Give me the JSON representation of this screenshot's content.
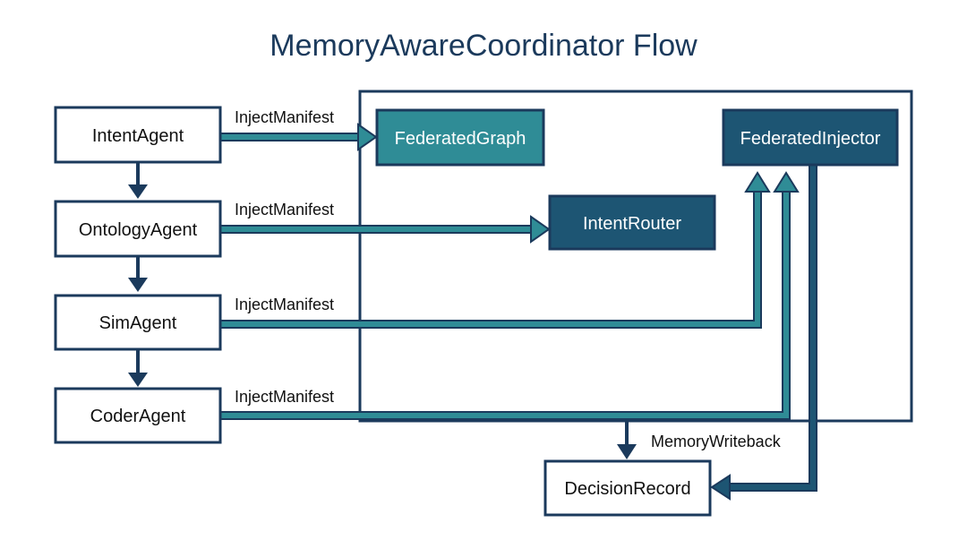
{
  "title": "MemoryAwareCoordinator Flow",
  "colors": {
    "navy": "#1b3a5c",
    "teal": "#2f8c96",
    "dark_teal": "#1d5573",
    "white": "#ffffff"
  },
  "nodes": {
    "intent_agent": "IntentAgent",
    "ontology_agent": "OntologyAgent",
    "sim_agent": "SimAgent",
    "coder_agent": "CoderAgent",
    "federated_graph": "FederatedGraph",
    "intent_router": "IntentRouter",
    "federated_injector": "FederatedInjector",
    "decision_record": "DecisionRecord"
  },
  "edges": {
    "inject_1": "InjectManifest",
    "inject_2": "InjectManifest",
    "inject_3": "InjectManifest",
    "inject_4": "InjectManifest",
    "memory_writeback": "MemoryWriteback"
  }
}
